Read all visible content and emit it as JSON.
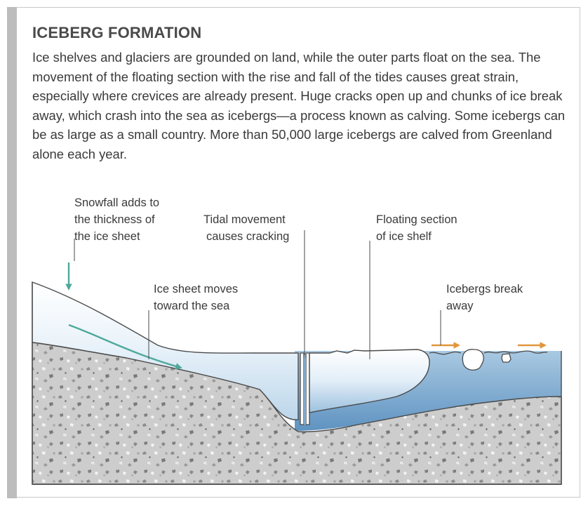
{
  "title": "ICEBERG FORMATION",
  "body": "Ice shelves and glaciers are grounded on land, while the outer parts float on the sea. The movement of the floating section with the rise and fall of the tides causes great strain, especially where crevices are already present. Huge cracks open up and chunks of ice break away, which crash into the sea as icebergs—a process known as calving. Some icebergs can be as large as a small country. More than 50,000 large icebergs are calved from Greenland alone each year.",
  "labels": {
    "snowfall": [
      "Snowfall adds to",
      "the thickness of",
      "the ice sheet"
    ],
    "ice_sheet_moves": [
      "Ice sheet moves",
      "toward the sea"
    ],
    "tidal": [
      "Tidal movement",
      "causes cracking"
    ],
    "floating": [
      "Floating section",
      "of ice shelf"
    ],
    "icebergs": [
      "Icebergs break",
      "away"
    ]
  },
  "colors": {
    "teal_arrow": "#4fa89c",
    "orange_arrow": "#e0963a",
    "rock": "#c9c9c9",
    "ice": "#e6f0f8",
    "sea": "#8fb8d8"
  }
}
